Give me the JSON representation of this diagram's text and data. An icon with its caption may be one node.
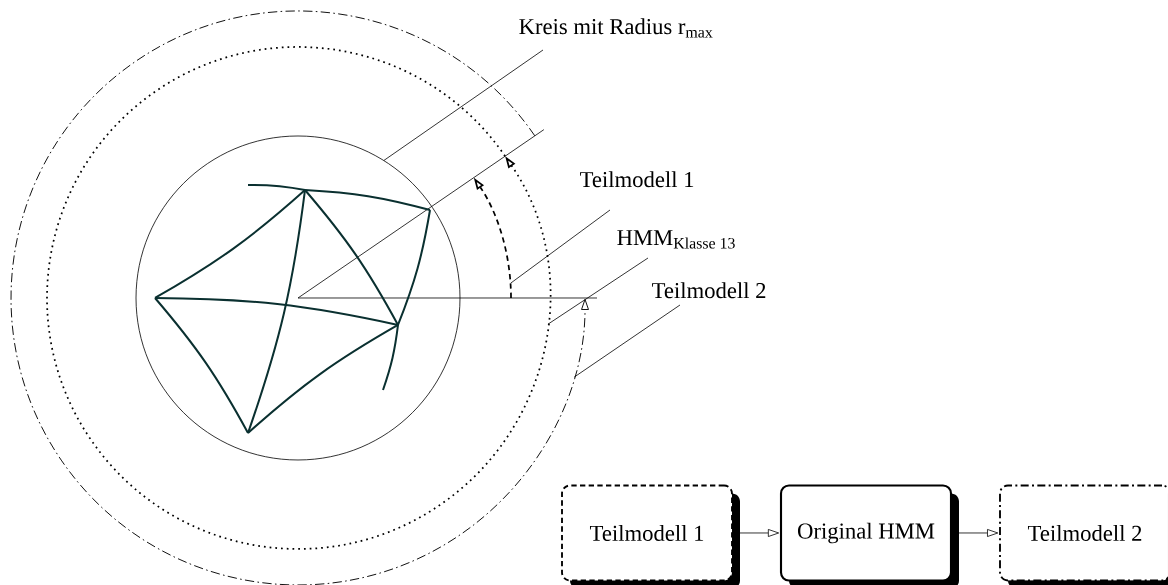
{
  "diagram": {
    "nodes": [
      {
        "text": [],
        "shape": "arc"
      },
      {
        "text": [],
        "shape": "circle",
        "in": 0
      },
      {
        "text": [],
        "shape": "arc",
        "in": 1
      },
      {
        "text": [],
        "shape": "circle",
        "in": 1
      },
      {
        "text": [
          "Kreis mit Radius r$_{max}$"
        ]
      },
      {
        "text": [
          "Teilmodell 1"
        ]
      },
      {
        "text": [
          "HMM$_{Klasse 13}$"
        ]
      },
      {
        "text": [
          "Teilmodell 2"
        ]
      },
      {
        "text": [
          "Teilmodell 1"
        ]
      },
      {
        "text": [
          "Original HMM"
        ]
      },
      {
        "text": [
          "Teilmodell 2"
        ]
      }
    ],
    "edges": [
      {
        "from": 4,
        "to": 3,
        "arrow": "none"
      },
      {
        "from": 5,
        "to": 2,
        "arrow": "none"
      },
      {
        "from": 6,
        "to": 1,
        "arrow": "none"
      },
      {
        "from": 7,
        "to": 0,
        "arrow": "none"
      },
      {
        "from": 8,
        "to": 9,
        "arrow": "to"
      },
      {
        "from": 9,
        "to": 10,
        "arrow": "to"
      }
    ]
  }
}
